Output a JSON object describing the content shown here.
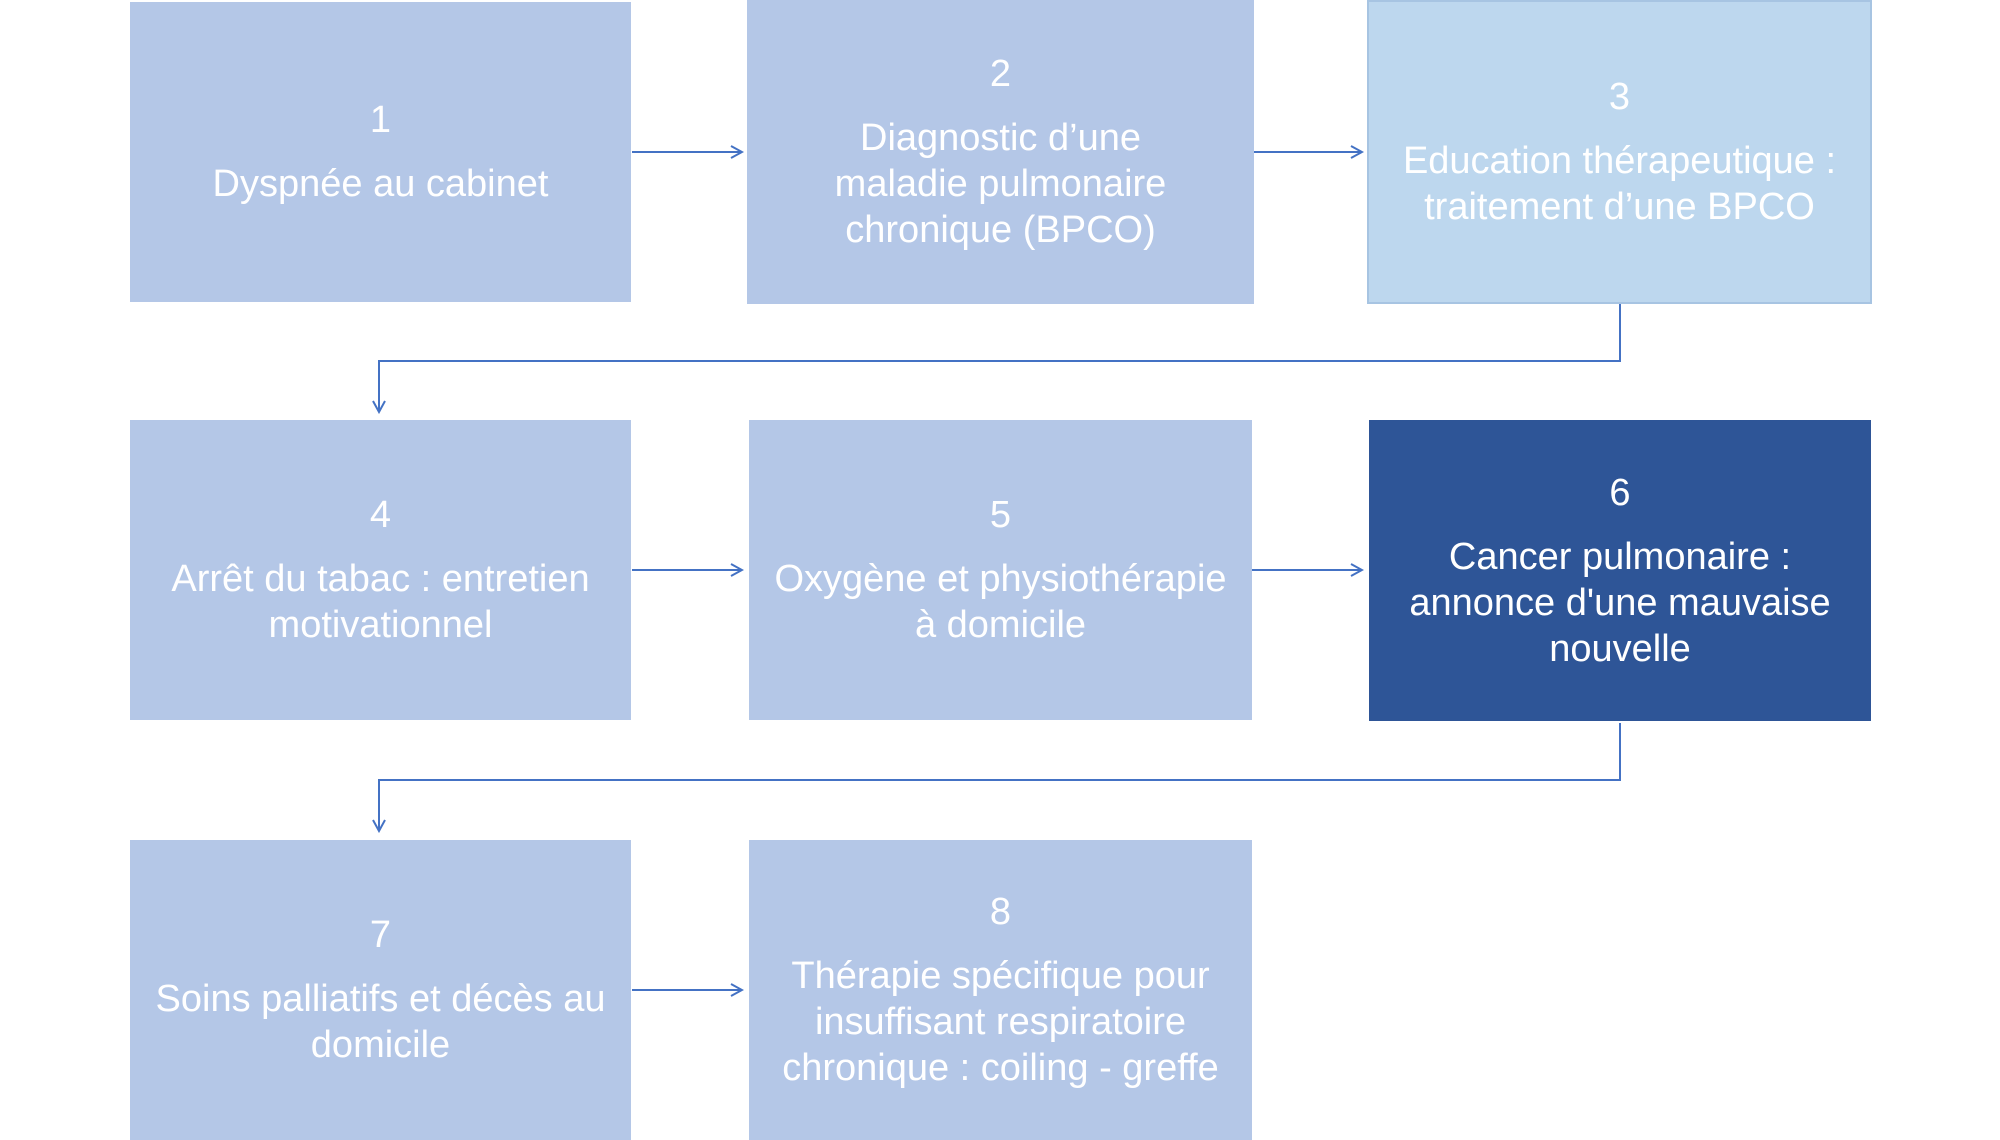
{
  "steps": [
    {
      "number": "1",
      "text": "Dyspnée au cabinet",
      "style": "medium"
    },
    {
      "number": "2",
      "text": "Diagnostic d’une maladie pulmonaire chronique (BPCO)",
      "style": "medium"
    },
    {
      "number": "3",
      "text": "Education thérapeutique : traitement d’une BPCO",
      "style": "light"
    },
    {
      "number": "4",
      "text": "Arrêt du tabac : entretien motivationnel",
      "style": "medium"
    },
    {
      "number": "5",
      "text": "Oxygène et physiothérapie à domicile",
      "style": "medium"
    },
    {
      "number": "6",
      "text": "Cancer pulmonaire : annonce d'une mauvaise nouvelle",
      "style": "dark"
    },
    {
      "number": "7",
      "text": "Soins palliatifs et décès au domicile",
      "style": "medium"
    },
    {
      "number": "8",
      "text": "Thérapie spécifique pour insuffisant respiratoire chronique : coiling - greffe",
      "style": "medium"
    }
  ],
  "colors": {
    "box_medium": "#b4c7e7",
    "box_light": "#bdd7ee",
    "box_dark": "#2e5597",
    "arrow": "#4472c4",
    "text": "#ffffff"
  }
}
